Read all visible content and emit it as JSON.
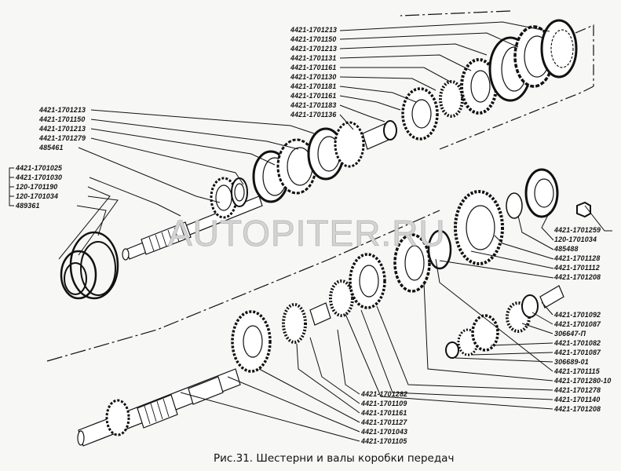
{
  "figure": {
    "caption": "Рис.31. Шестерни и валы коробки передач",
    "watermark": "AUTOPITER.RU"
  },
  "labels": {
    "top_group": [
      "4421-1701213",
      "4421-1701150",
      "4421-1701213",
      "4421-1701131",
      "4421-1701161",
      "4421-1701130",
      "4421-1701181",
      "4421-1701161",
      "4421-1701183",
      "4421-1701136"
    ],
    "left_upper_group": [
      "4421-1701213",
      "4421-1701150",
      "4421-1701213",
      "4421-1701279",
      "485461"
    ],
    "left_lower_group": [
      "4421-1701025",
      "4421-1701030",
      "120-1701190",
      "120-1701034",
      "489361"
    ],
    "right_upper_group": [
      "4421-1701259",
      "120-1701034",
      "485488",
      "4421-1701128",
      "4421-1701112",
      "4421-1701208"
    ],
    "right_lower_group": [
      "4421-1701092",
      "4421-1701087",
      "306647-П",
      "4421-1701082",
      "4421-1701087",
      "306689-01",
      "4421-1701115",
      "4421-1701280-10",
      "4421-1701278",
      "4421-1701140",
      "4421-1701208"
    ],
    "bottom_group": [
      "4421-1701282",
      "4421-1701109",
      "4421-1701161",
      "4421-1701127",
      "4421-1701043",
      "4421-1701105"
    ]
  },
  "colors": {
    "ink": "#111111",
    "paper": "#f7f7f5",
    "watermark": "#c8c8c8"
  }
}
